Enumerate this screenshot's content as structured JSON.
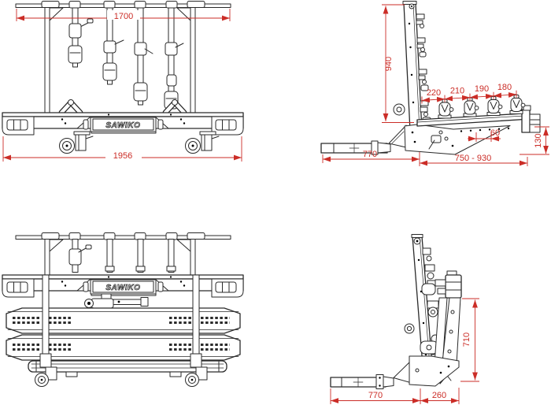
{
  "brand": "SAWIKO",
  "colors": {
    "line": "#2a2a2a",
    "dimension": "#cb2d27"
  },
  "dimensions": {
    "front_unfolded": {
      "rail_span": "1700",
      "overall_width": "1956"
    },
    "side_unfolded": {
      "mast_height": "940",
      "clamp_spacing_1": "220",
      "clamp_spacing_2": "210",
      "clamp_spacing_3": "190",
      "clamp_spacing_4": "180",
      "hole_pitch": "60",
      "rear_height": "130",
      "drawbar_length": "770",
      "rail_length_range": "750 - 930"
    },
    "side_folded": {
      "folded_height": "710",
      "drawbar_length": "770",
      "folded_overhang": "260"
    }
  }
}
